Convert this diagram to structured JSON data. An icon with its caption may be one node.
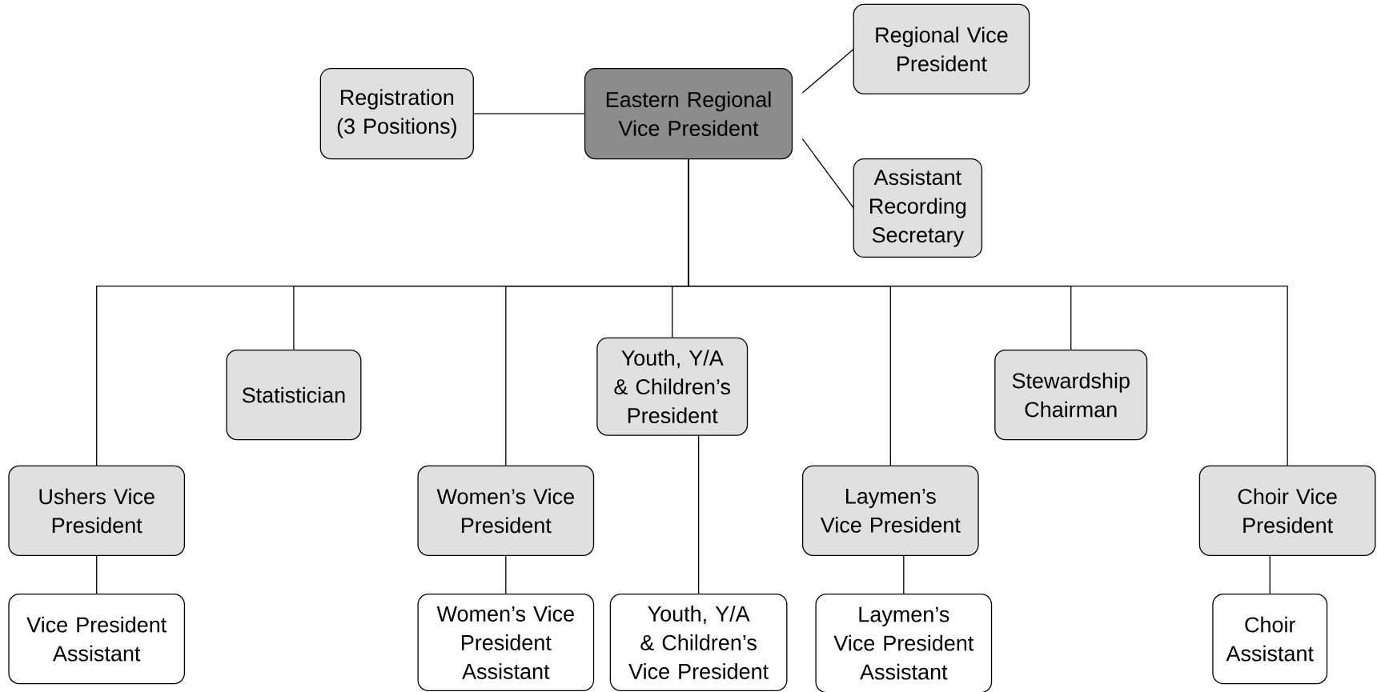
{
  "diagram": {
    "nodes": [
      {
        "text": [
          "Eastern Regional Vice President"
        ]
      },
      {
        "text": [
          "Registration (3 Positions)"
        ]
      },
      {
        "text": [
          "Regional Vice President"
        ]
      },
      {
        "text": [
          "Assistant Recording Secretary"
        ]
      },
      {
        "text": [
          "Ushers Vice President"
        ]
      },
      {
        "text": [
          "Statistician"
        ]
      },
      {
        "text": [
          "Women’s Vice President"
        ]
      },
      {
        "text": [
          "Youth, Y/A & Children’s President"
        ]
      },
      {
        "text": [
          "Laymen’s Vice President"
        ]
      },
      {
        "text": [
          "Stewardship Chairman"
        ]
      },
      {
        "text": [
          "Choir Vice President"
        ]
      },
      {
        "text": [
          "Vice President Assistant"
        ]
      },
      {
        "text": [
          "Women’s Vice President Assistant"
        ]
      },
      {
        "text": [
          "Youth, Y/A & Children’s Vice President"
        ]
      },
      {
        "text": [
          "Laymen’s Vice President Assistant"
        ]
      },
      {
        "text": [
          "Choir Assistant"
        ]
      }
    ],
    "edges": [
      {
        "from": 0,
        "to": 1,
        "arrow": "none"
      },
      {
        "from": 0,
        "to": 2,
        "arrow": "none"
      },
      {
        "from": 0,
        "to": 3,
        "arrow": "none"
      },
      {
        "from": 0,
        "to": 4,
        "arrow": "none"
      },
      {
        "from": 0,
        "to": 5,
        "arrow": "none"
      },
      {
        "from": 0,
        "to": 6,
        "arrow": "none"
      },
      {
        "from": 0,
        "to": 7,
        "arrow": "none"
      },
      {
        "from": 0,
        "to": 8,
        "arrow": "none"
      },
      {
        "from": 0,
        "to": 9,
        "arrow": "none"
      },
      {
        "from": 0,
        "to": 10,
        "arrow": "none"
      },
      {
        "from": 4,
        "to": 11,
        "arrow": "none"
      },
      {
        "from": 6,
        "to": 12,
        "arrow": "none"
      },
      {
        "from": 7,
        "to": 13,
        "arrow": "none"
      },
      {
        "from": 8,
        "to": 14,
        "arrow": "none"
      },
      {
        "from": 10,
        "to": 15,
        "arrow": "none"
      }
    ]
  }
}
